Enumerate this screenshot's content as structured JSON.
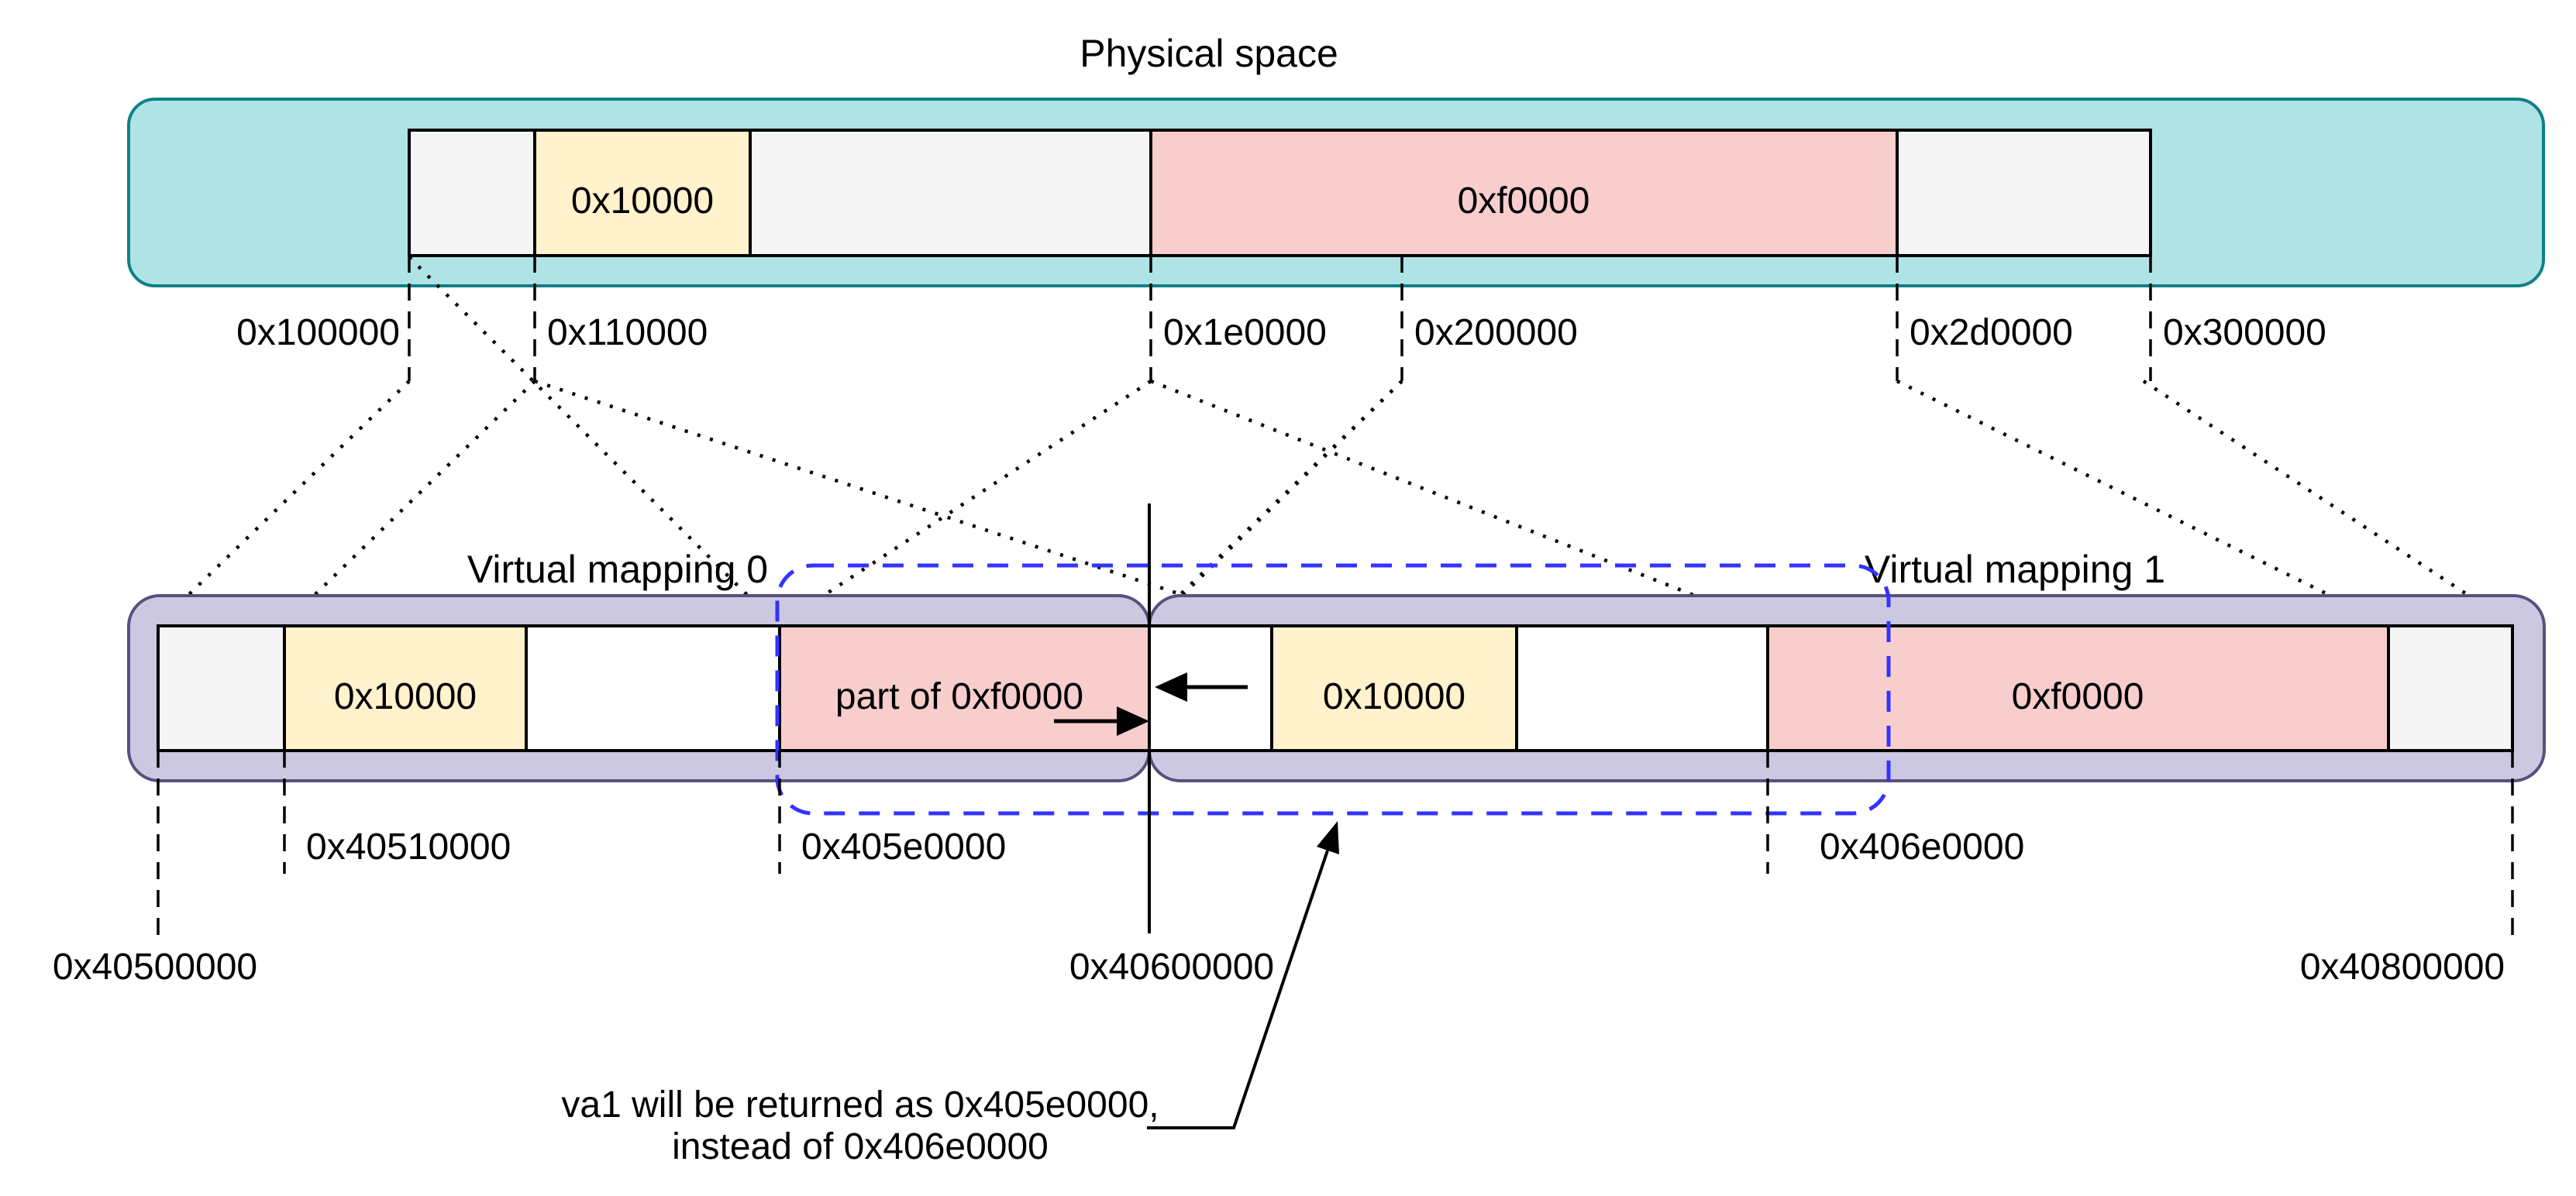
{
  "colors": {
    "teal_fill": "#b0e3e6",
    "teal_stroke": "#0e8088",
    "purple_fill": "#ccc8e2",
    "purple_stroke": "#56517e",
    "yellow_fill": "#fff2cc",
    "pink_fill": "#f8cecc",
    "grey_fill": "#f5f5f5",
    "white_fill": "#ffffff",
    "blue_dash": "#3333ff",
    "black": "#000000"
  },
  "physical": {
    "title": "Physical space",
    "seg_yellow_label": "0x10000",
    "seg_pink_label": "0xf0000",
    "addresses": [
      "0x100000",
      "0x110000",
      "0x1e0000",
      "0x200000",
      "0x2d0000",
      "0x300000"
    ]
  },
  "virtual": {
    "mapping0": {
      "title": "Virtual mapping 0",
      "seg_yellow_label": "0x10000",
      "seg_pink_label": "part of 0xf0000"
    },
    "mapping1": {
      "title": "Virtual mapping 1",
      "seg_yellow_label": "0x10000",
      "seg_pink_label": "0xf0000"
    },
    "addr_row_mid": [
      "0x40510000",
      "0x405e0000",
      "0x406e0000"
    ],
    "addr_row_bottom": [
      "0x40500000",
      "0x40600000",
      "0x40800000"
    ]
  },
  "annotation": {
    "line1": "va1 will be returned as 0x405e0000,",
    "line2": "instead of 0x406e0000"
  }
}
